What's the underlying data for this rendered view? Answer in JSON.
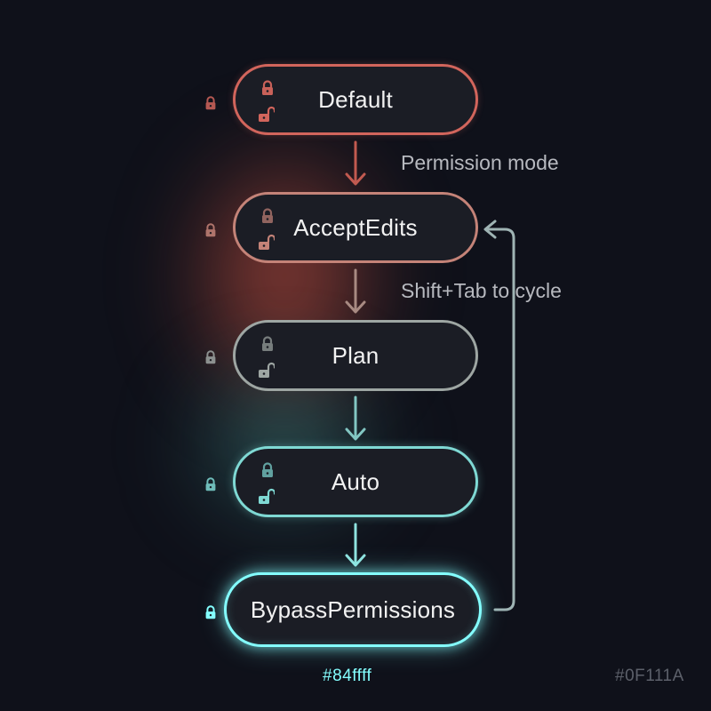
{
  "modes": [
    {
      "label": "Default",
      "color": "#d2655c"
    },
    {
      "label": "AcceptEdits",
      "color": "#c48378"
    },
    {
      "label": "Plan",
      "color": "#9ea6a3"
    },
    {
      "label": "Auto",
      "color": "#7fd9d4"
    },
    {
      "label": "BypassPermissions",
      "color": "#84ffff"
    }
  ],
  "annotations": {
    "permission_mode": "Permission mode",
    "cycle_hint": "Shift+Tab to cycle"
  },
  "swatches": {
    "accent": "#84ffff",
    "background": "#0F111A"
  },
  "icons": {
    "mode_state": "lock-icon",
    "mode_state_alt": "unlock-icon",
    "side_marker": "lock-icon"
  }
}
